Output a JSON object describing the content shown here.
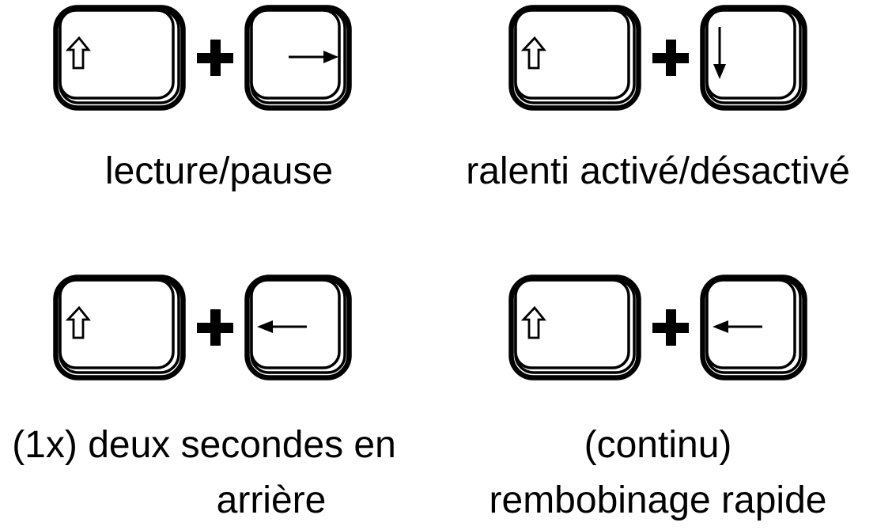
{
  "illustration": {
    "background_color": "#ffffff",
    "ink_color": "#000000",
    "shortcuts": [
      {
        "position": "top-left",
        "keys": [
          {
            "icon": "shift-key-icon",
            "symbol": "⇧"
          },
          {
            "icon": "arrow-right-key-icon",
            "symbol": "→"
          }
        ],
        "separator": "+",
        "label_lines": [
          "lecture/pause"
        ]
      },
      {
        "position": "top-right",
        "keys": [
          {
            "icon": "shift-key-icon",
            "symbol": "⇧"
          },
          {
            "icon": "arrow-down-key-icon",
            "symbol": "↓"
          }
        ],
        "separator": "+",
        "label_lines": [
          "ralenti activé/désactivé"
        ]
      },
      {
        "position": "bottom-left",
        "keys": [
          {
            "icon": "shift-key-icon",
            "symbol": "⇧"
          },
          {
            "icon": "arrow-left-key-icon",
            "symbol": "←"
          }
        ],
        "separator": "+",
        "label_lines": [
          "(1x) deux secondes en",
          "arrière"
        ]
      },
      {
        "position": "bottom-right",
        "keys": [
          {
            "icon": "shift-key-icon",
            "symbol": "⇧"
          },
          {
            "icon": "arrow-left-key-icon",
            "symbol": "←"
          }
        ],
        "separator": "+",
        "label_lines": [
          "(continu)",
          "rembobinage rapide"
        ]
      }
    ]
  }
}
